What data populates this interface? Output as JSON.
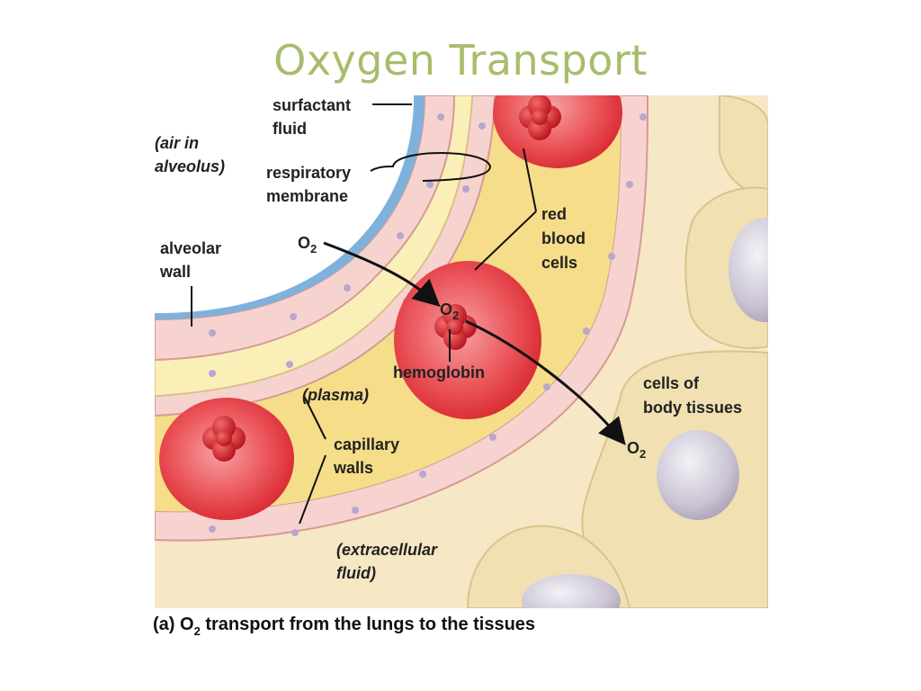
{
  "title": "Oxygen Transport",
  "labels": {
    "surfactant": [
      "surfactant",
      "fluid"
    ],
    "air_in_alveolus": [
      "(air in",
      "alveolus)"
    ],
    "respiratory_membrane": [
      "respiratory",
      "membrane"
    ],
    "alveolar_wall": [
      "alveolar",
      "wall"
    ],
    "red_blood_cells": [
      "red",
      "blood",
      "cells"
    ],
    "hemoglobin": "hemoglobin",
    "plasma": "(plasma)",
    "cells_of_body_tissues": [
      "cells of",
      "body tissues"
    ],
    "capillary_walls": [
      "capillary",
      "walls"
    ],
    "extracellular_fluid": [
      "(extracellular",
      "fluid)"
    ],
    "o2": {
      "main": "O",
      "sub": "2"
    }
  },
  "caption": {
    "prefix": "(a) O",
    "sub": "2",
    "rest": " transport from the lungs to the tissues"
  },
  "colors": {
    "title": "#a7bd6b",
    "background_tissue": "#f6e7c5",
    "cell": "#f1e0b2",
    "plasma": "#f6dd8a",
    "wall": "#f7d3cf",
    "rbc": "#e23b42",
    "surfactant": "#7eb2dc"
  }
}
